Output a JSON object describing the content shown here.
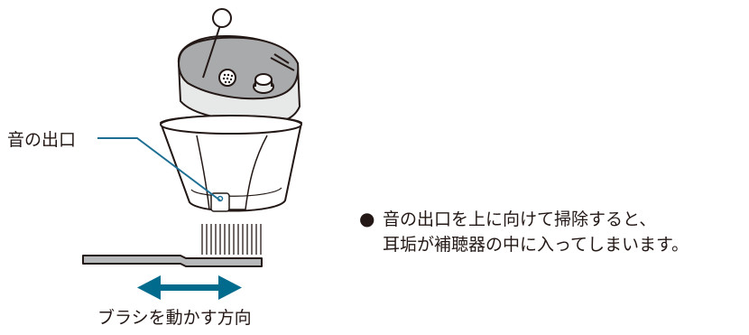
{
  "labels": {
    "sound_outlet": "音の出口",
    "brush_direction": "ブラシを動かす方向"
  },
  "note": {
    "bullet": "●",
    "line1": "音の出口を上に向けて掃除すると、",
    "line2": "耳垢が補聴器の中に入ってしまいます。"
  },
  "colors": {
    "line": "#231815",
    "device_gray": "#a9aaab",
    "brush_gray": "#b7b8b9",
    "arrow_blue": "#006b8d",
    "leader_blue": "#1e6f93"
  }
}
